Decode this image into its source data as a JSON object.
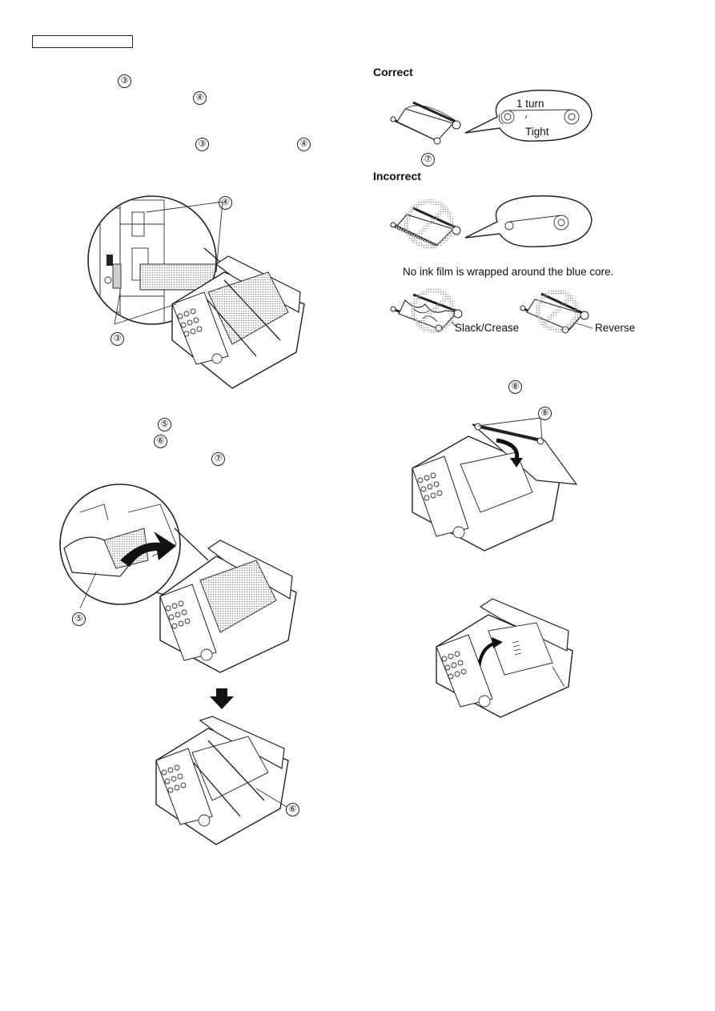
{
  "header": {
    "box_label": ""
  },
  "callouts": {
    "c3": "③",
    "c4": "④",
    "c5": "⑤",
    "c6": "⑥",
    "c7": "⑦",
    "c8": "⑧"
  },
  "correct": {
    "title": "Correct",
    "turn_label": "1 turn",
    "tight_label": "Tight"
  },
  "incorrect": {
    "title": "Incorrect",
    "no_ink_caption": "No ink film is wrapped around the blue core.",
    "slack_label": "Slack/Crease",
    "reverse_label": "Reverse"
  }
}
